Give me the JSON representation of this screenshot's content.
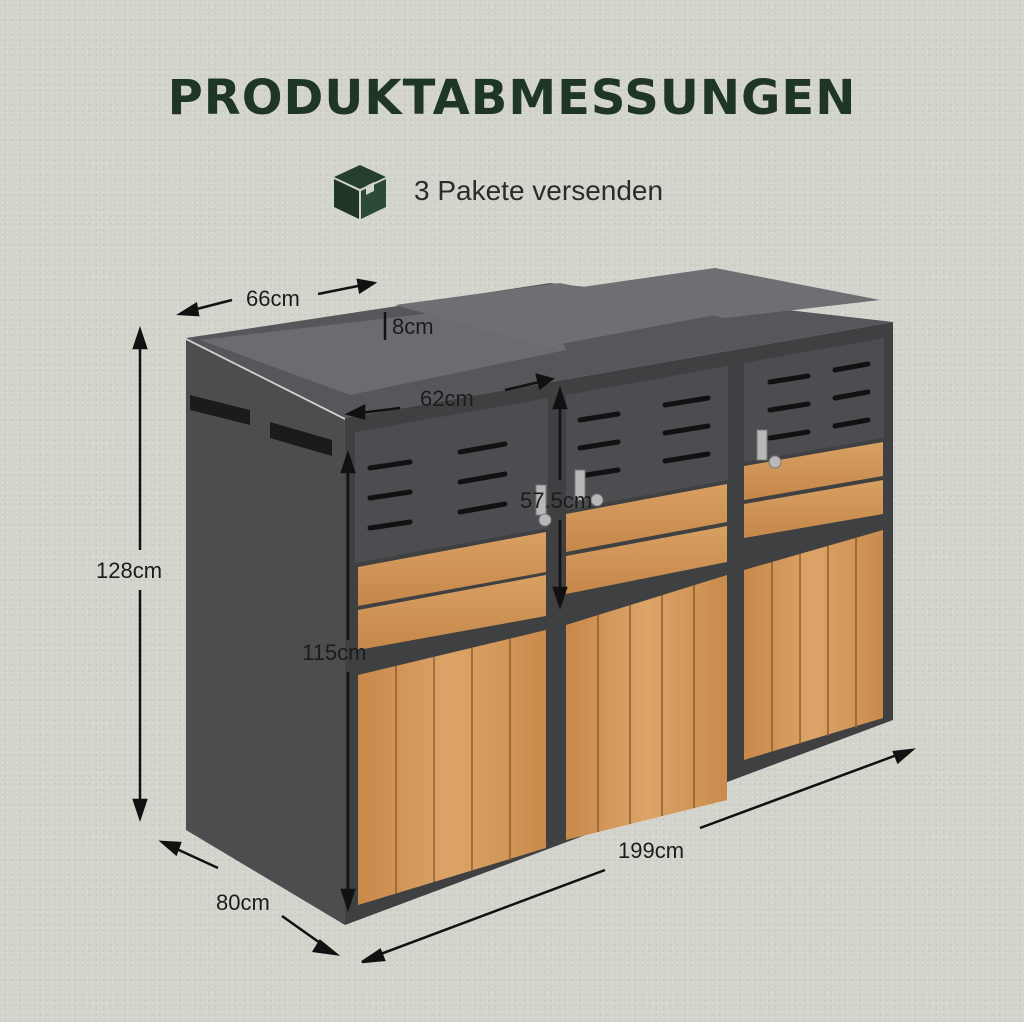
{
  "title": "PRODUKTABMESSUNGEN",
  "package_note": {
    "icon": "package-box-icon",
    "text": "3 Pakete versenden"
  },
  "dimensions": {
    "top_width": "66cm",
    "lid_rim": "8cm",
    "inner_width": "62cm",
    "door_height": "57.5cm",
    "total_height": "128cm",
    "front_height": "115cm",
    "depth": "80cm",
    "total_width": "199cm"
  },
  "colors": {
    "background": "#d2d3cb",
    "title": "#1f3526",
    "frame": "#4a4c4e",
    "wood": "#d49a5a"
  }
}
